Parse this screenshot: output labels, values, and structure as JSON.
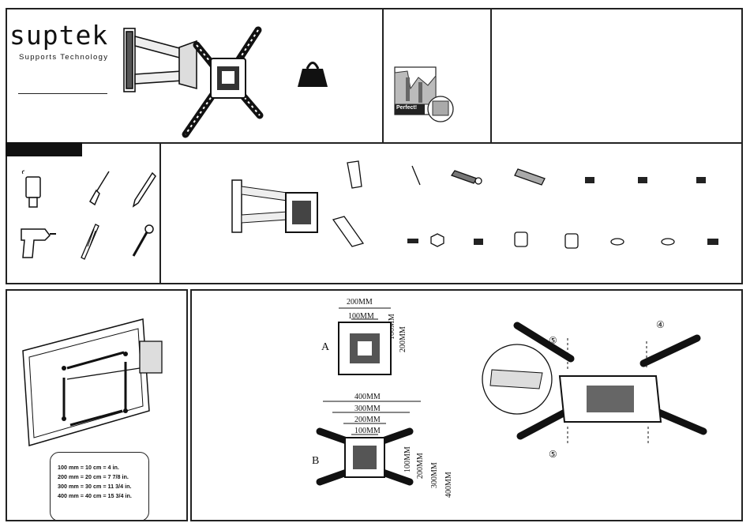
{
  "brand": {
    "name": "suptek",
    "tagline": "Supports Technology"
  },
  "header": {
    "perfect_label": "Perfect!"
  },
  "conversions": [
    "100 mm = 10 cm = 4 in.",
    "200 mm = 20 cm = 7 7/8 in.",
    "300 mm = 30 cm = 11 3/4 in.",
    "400 mm = 40 cm = 15 3/4 in."
  ],
  "diagram_a": {
    "label": "A",
    "horiz": [
      "200MM",
      "100MM"
    ],
    "vert": [
      "100MM",
      "200MM"
    ]
  },
  "diagram_b": {
    "label": "B",
    "horiz": [
      "400MM",
      "300MM",
      "200MM",
      "100MM"
    ],
    "vert": [
      "100MM",
      "200MM",
      "300MM",
      "400MM"
    ]
  },
  "callouts": {
    "part_4": "④",
    "part_5a": "⑤",
    "part_5b": "⑤"
  },
  "colors": {
    "border": "#222222",
    "ink": "#111111",
    "background": "#ffffff"
  }
}
